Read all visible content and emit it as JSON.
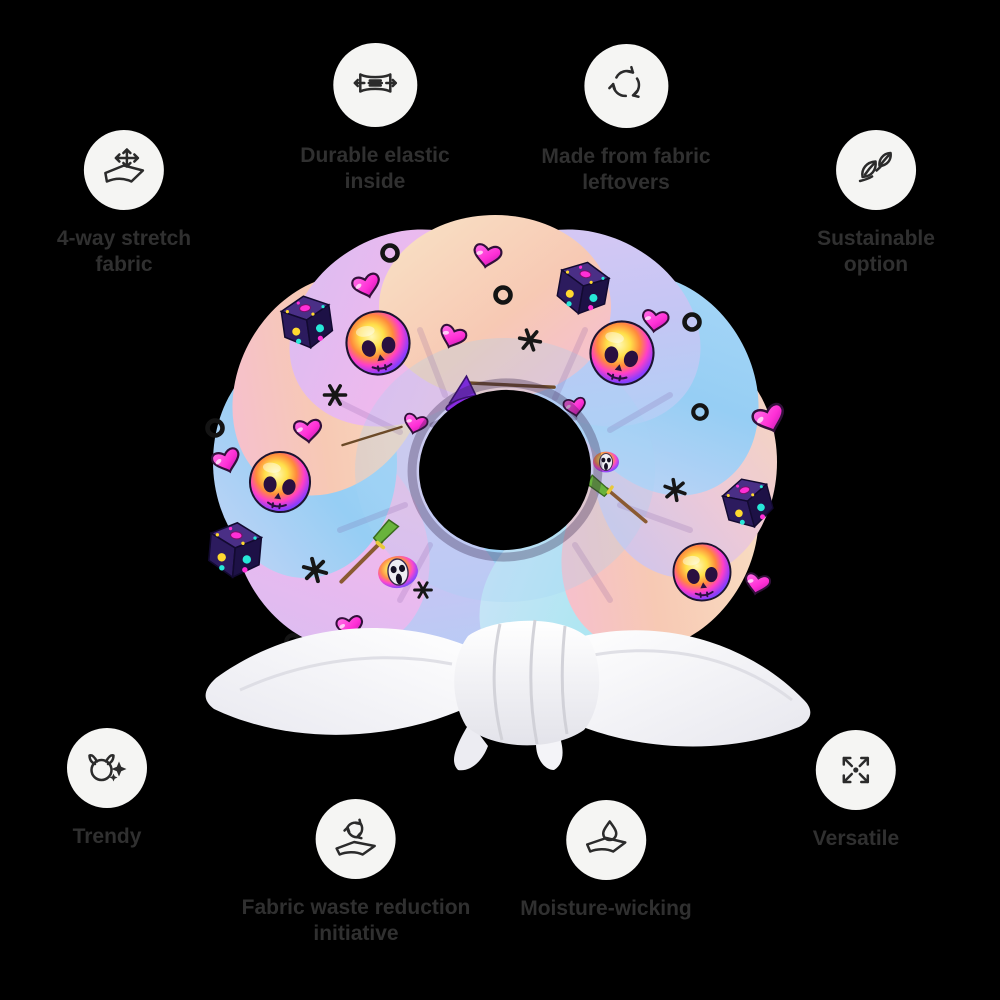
{
  "canvas": {
    "background_color": "#000000"
  },
  "style": {
    "icon_circle_color": "#f5f5f3",
    "icon_stroke_color": "#2b2b2b",
    "label_color": "#303030"
  },
  "features": [
    {
      "id": "stretch",
      "icon": "stretch-fabric-icon",
      "lines": [
        "4-way stretch",
        "fabric"
      ]
    },
    {
      "id": "elastic",
      "icon": "elastic-icon",
      "lines": [
        "Durable elastic",
        "inside"
      ]
    },
    {
      "id": "leftovers",
      "icon": "recycle-icon",
      "lines": [
        "Made from fabric",
        "leftovers"
      ]
    },
    {
      "id": "sustainable",
      "icon": "leaves-icon",
      "lines": [
        "Sustainable",
        "option"
      ]
    },
    {
      "id": "trendy",
      "icon": "scrunchie-sparkle-icon",
      "lines": [
        "Trendy"
      ]
    },
    {
      "id": "waste",
      "icon": "fabric-recycle-icon",
      "lines": [
        "Fabric waste reduction",
        "initiative"
      ]
    },
    {
      "id": "moisture",
      "icon": "moisture-icon",
      "lines": [
        "Moisture-wicking"
      ]
    },
    {
      "id": "versatile",
      "icon": "expand-arrows-icon",
      "lines": [
        "Versatile"
      ]
    }
  ],
  "product": {
    "name": "scrunchie with bow",
    "bow_color": "#ffffff",
    "fabric_palette": [
      "#f9e3c6",
      "#f7bedc",
      "#dcc8f4",
      "#a8d7f7",
      "#9fdff4"
    ],
    "pattern_motifs": [
      "rainbow-chrome-skull",
      "magenta-heart",
      "black-ring",
      "black-asterisk",
      "iridescent-dice",
      "witch-hat-skull",
      "ghost-mask",
      "broom"
    ]
  }
}
